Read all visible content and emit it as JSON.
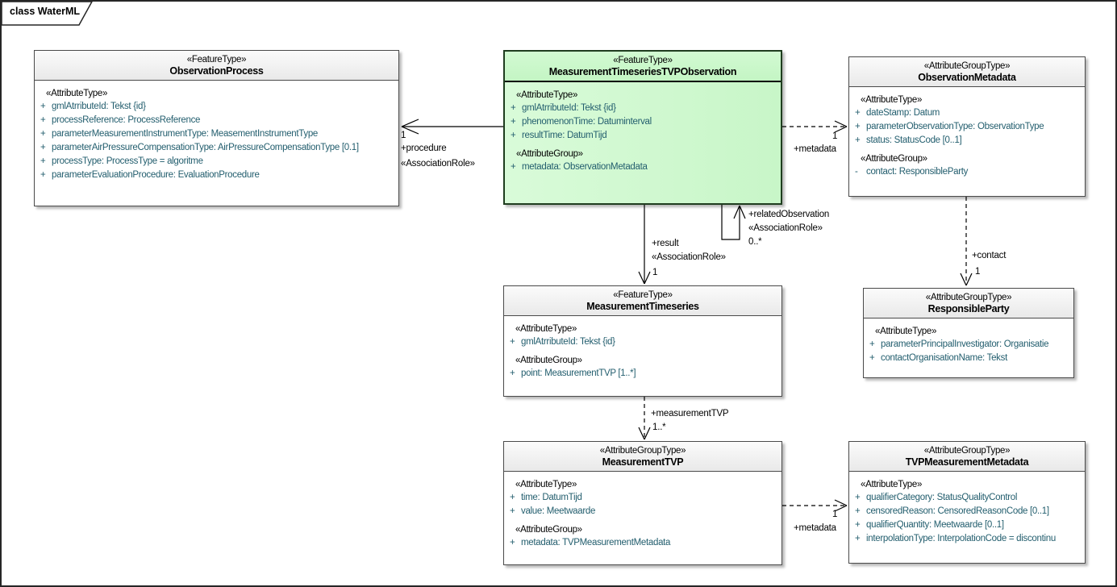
{
  "frame": {
    "label": "class WaterML"
  },
  "colors": {
    "green_fill": "#ccf8cc",
    "green_border": "#1f3d1f",
    "attr_text": "#235e6e",
    "box_border": "#4a4a4a"
  },
  "classes": [
    {
      "stereotype": "«FeatureType»",
      "name": "ObservationProcess",
      "sections": [
        {
          "header": "«AttributeType»",
          "items": [
            {
              "vis": "+",
              "text": "gmlAtrributeId: Tekst {id}"
            },
            {
              "vis": "+",
              "text": "processReference: ProcessReference"
            },
            {
              "vis": "+",
              "text": "parameterMeasurementInstrumentType: MeasementInstrumentType"
            },
            {
              "vis": "+",
              "text": "parameterAirPressureCompensationType: AirPressureCompensationType [0.1]"
            },
            {
              "vis": "+",
              "text": "processType: ProcessType = algoritme"
            },
            {
              "vis": "+",
              "text": "parameterEvaluationProcedure: EvaluationProcedure"
            }
          ]
        }
      ]
    },
    {
      "stereotype": "«FeatureType»",
      "name": "MeasurementTimeseriesTVPObservation",
      "sections": [
        {
          "header": "«AttributeType»",
          "items": [
            {
              "vis": "+",
              "text": "gmlAtrributeId: Tekst {id}"
            },
            {
              "vis": "+",
              "text": "phenomenonTime: Datuminterval"
            },
            {
              "vis": "+",
              "text": "resultTime: DatumTijd"
            }
          ]
        },
        {
          "header": "«AttributeGroup»",
          "items": [
            {
              "vis": "+",
              "text": "metadata: ObservationMetadata"
            }
          ]
        }
      ]
    },
    {
      "stereotype": "«AttributeGroupType»",
      "name": "ObservationMetadata",
      "sections": [
        {
          "header": "«AttributeType»",
          "items": [
            {
              "vis": "+",
              "text": "dateStamp: Datum"
            },
            {
              "vis": "+",
              "text": "parameterObservationType: ObservationType"
            },
            {
              "vis": "+",
              "text": "status: StatusCode [0..1]"
            }
          ]
        },
        {
          "header": "«AttributeGroup»",
          "items": [
            {
              "vis": "-",
              "text": "contact: ResponsibleParty"
            }
          ]
        }
      ]
    },
    {
      "stereotype": "«FeatureType»",
      "name": "MeasurementTimeseries",
      "sections": [
        {
          "header": "«AttributeType»",
          "items": [
            {
              "vis": "+",
              "text": "gmlAtrributeId: Tekst {id}"
            }
          ]
        },
        {
          "header": "«AttributeGroup»",
          "items": [
            {
              "vis": "+",
              "text": "point: MeasurementTVP [1..*]"
            }
          ]
        }
      ]
    },
    {
      "stereotype": "«AttributeGroupType»",
      "name": "ResponsibleParty",
      "sections": [
        {
          "header": "«AttributeType»",
          "items": [
            {
              "vis": "+",
              "text": "parameterPrincipalInvestigator: Organisatie"
            },
            {
              "vis": "+",
              "text": "contactOrganisationName: Tekst"
            }
          ]
        }
      ]
    },
    {
      "stereotype": "«AttributeGroupType»",
      "name": "MeasurementTVP",
      "sections": [
        {
          "header": "«AttributeType»",
          "items": [
            {
              "vis": "+",
              "text": "time: DatumTijd"
            },
            {
              "vis": "+",
              "text": "value: Meetwaarde"
            }
          ]
        },
        {
          "header": "«AttributeGroup»",
          "items": [
            {
              "vis": "+",
              "text": "metadata: TVPMeasurementMetadata"
            }
          ]
        }
      ]
    },
    {
      "stereotype": "«AttributeGroupType»",
      "name": "TVPMeasurementMetadata",
      "sections": [
        {
          "header": "«AttributeType»",
          "items": [
            {
              "vis": "+",
              "text": "qualifierCategory: StatusQualityControl"
            },
            {
              "vis": "+",
              "text": "censoredReason: CensoredReasonCode [0..1]"
            },
            {
              "vis": "+",
              "text": "qualifierQuantity: Meetwaarde [0..1]"
            },
            {
              "vis": "+",
              "text": "interpolationType: InterpolationCode = discontinu"
            }
          ]
        }
      ]
    }
  ],
  "connectors": {
    "procedure": {
      "mult": "1",
      "role": "+procedure",
      "stereotype": "«AssociationRole»"
    },
    "metadataTop": {
      "mult": "1",
      "role": "+metadata"
    },
    "result": {
      "role": "+result",
      "stereotype": "«AssociationRole»",
      "mult": "1"
    },
    "relatedObservation": {
      "role": "+relatedObservation",
      "stereotype": "«AssociationRole»",
      "mult": "0..*"
    },
    "contact": {
      "role": "+contact",
      "mult": "1"
    },
    "measurementTVP": {
      "role": "+measurementTVP",
      "mult": "1..*"
    },
    "metadataBottom": {
      "mult": "1",
      "role": "+metadata"
    }
  }
}
